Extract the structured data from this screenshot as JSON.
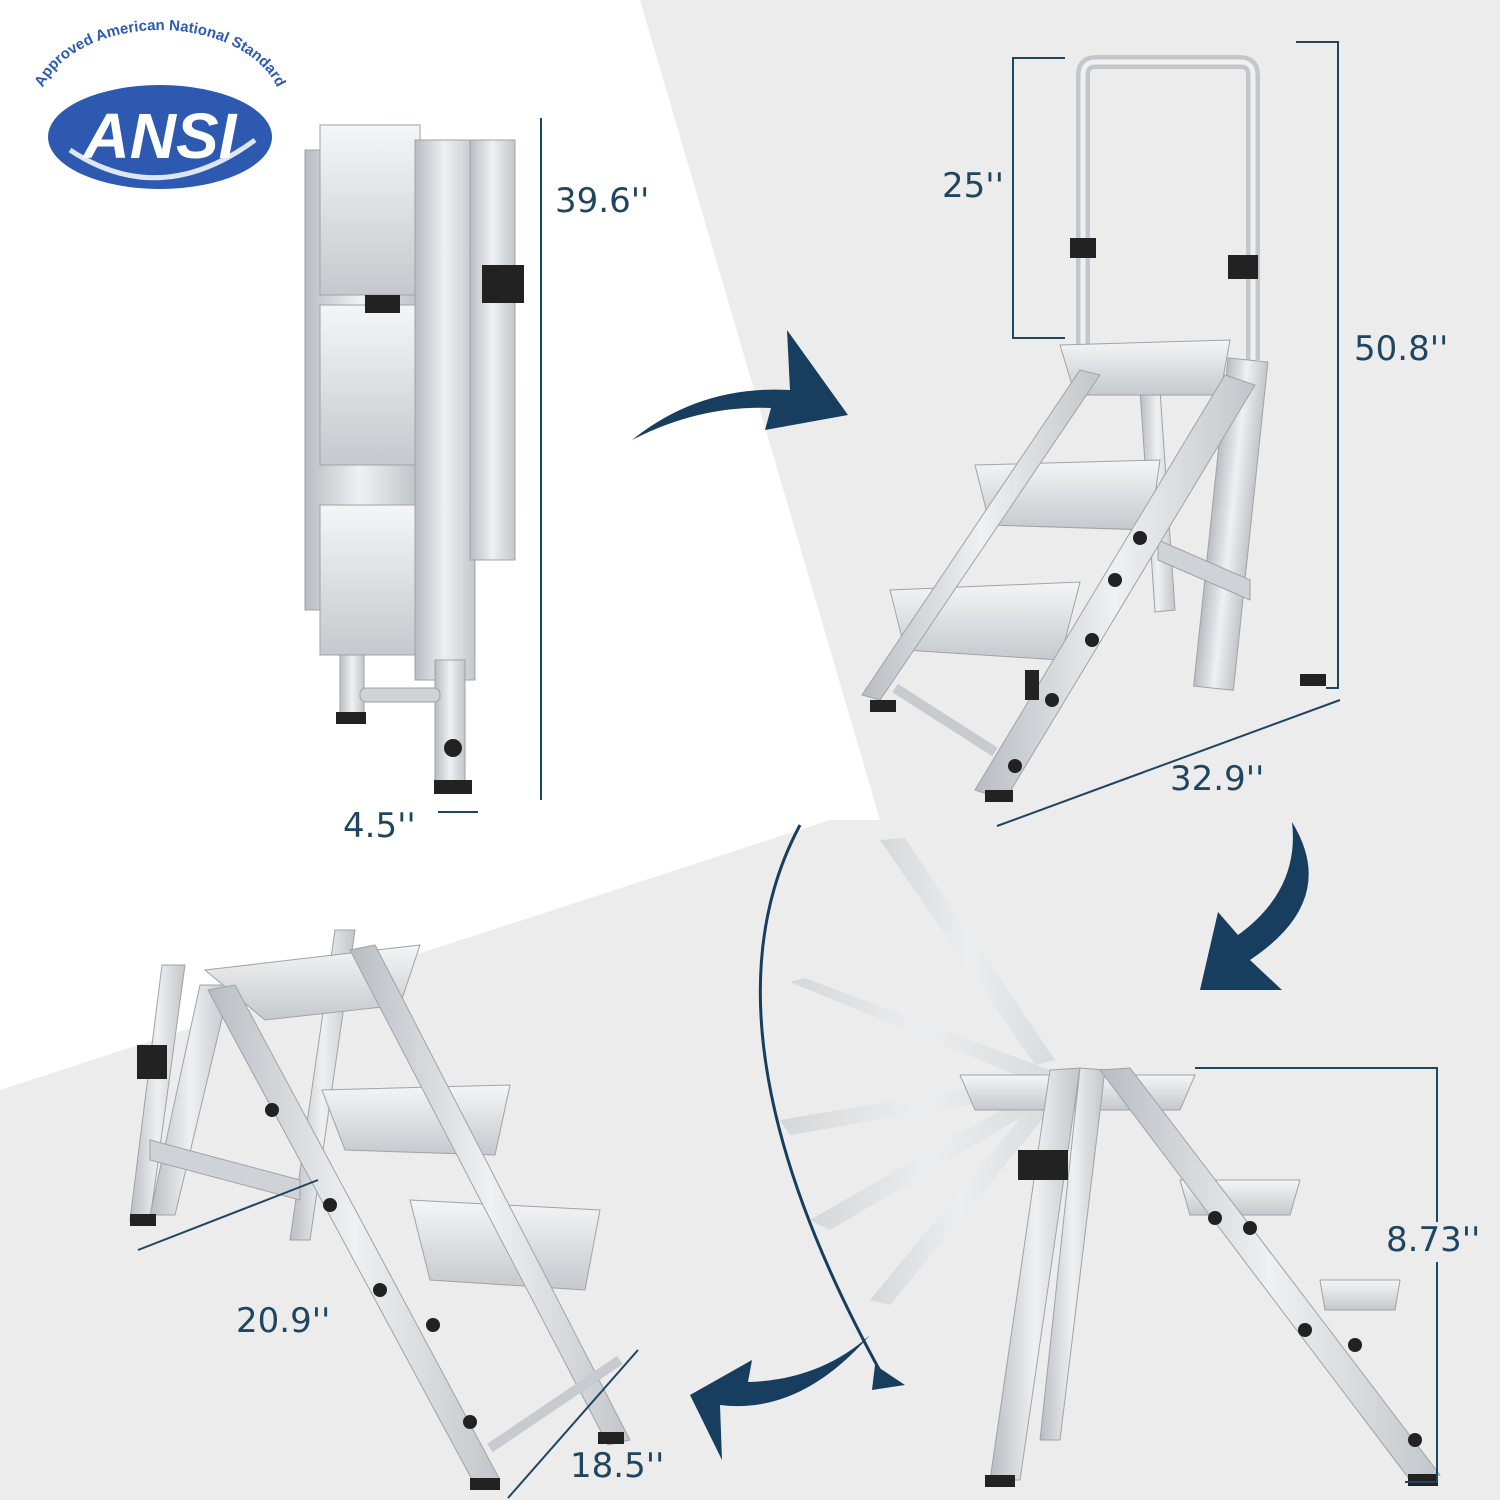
{
  "logo": {
    "ring_text": "Approved American National Standard",
    "word": "ANSI",
    "color": "#2d5ab0"
  },
  "dimensions": {
    "folded_height": "39.6''",
    "folded_depth": "4.5''",
    "handle_height": "25''",
    "total_height": "50.8''",
    "open_depth": "32.9''",
    "stool_depth": "20.9''",
    "stool_width": "18.5''",
    "step_height": "8.73''"
  },
  "colors": {
    "arrow": "#173e5e",
    "dimension_text": "#1f4560",
    "background_gray": "#ececec",
    "aluminum": "#d3d6d9"
  },
  "icons": [
    "curved-arrow-right-icon",
    "curved-arrow-down-icon",
    "curved-arrow-left-icon"
  ]
}
